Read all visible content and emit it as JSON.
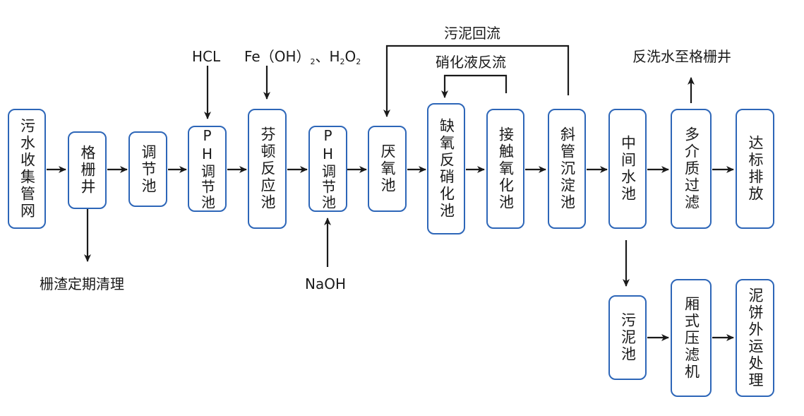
{
  "nodes": {
    "collection": "污水收集管网",
    "screen": "格栅井",
    "equalization": "调节池",
    "ph_adjust_1": "PH调节池",
    "fenton": "芬顿反应池",
    "ph_adjust_2": "PH调节池",
    "anaerobic": "厌氧池",
    "anoxic": "缺氧反硝化池",
    "contact_oxidation": "接触氧化池",
    "inclined_settler": "斜管沉淀池",
    "intermediate": "中间水池",
    "multimedia_filter": "多介质过滤",
    "discharge": "达标排放",
    "sludge_tank": "污泥池",
    "filter_press": "厢式压滤机",
    "cake_disposal": "泥饼外运处理"
  },
  "labels": {
    "hcl": "HCL",
    "fenton_reagent_fe": "Fe（OH）",
    "fenton_reagent_sub1": "2",
    "fenton_reagent_sep": "、H",
    "fenton_reagent_sub2": "2",
    "fenton_reagent_o": "O",
    "fenton_reagent_sub3": "2",
    "naoh": "NaOH",
    "screen_residue": "栅渣定期清理",
    "sludge_return": "污泥回流",
    "nitrate_return": "硝化液反流",
    "backwash": "反洗水至格栅井"
  },
  "colors": {
    "box_border": "#2d66b8",
    "line": "#1a1a1a"
  }
}
